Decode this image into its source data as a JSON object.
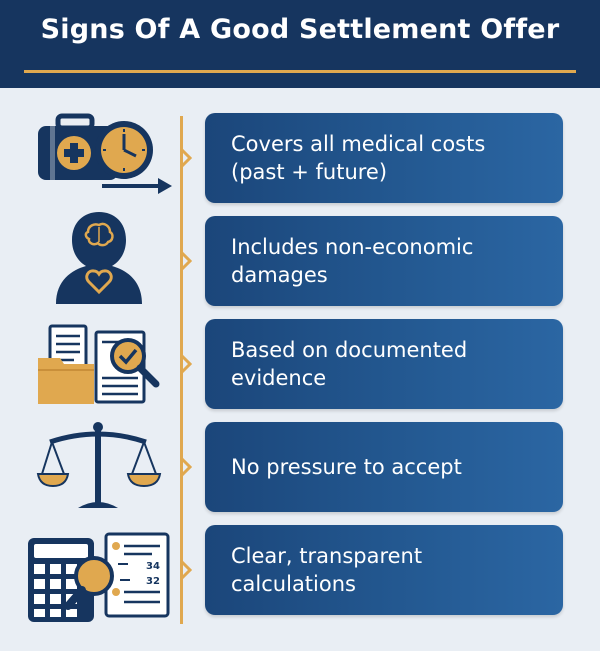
{
  "title": "Signs Of A Good Settlement Offer",
  "colors": {
    "navy": "#16355f",
    "card": "#245a93",
    "accent": "#e0a84f",
    "background": "#e9eef4"
  },
  "items": [
    {
      "text_line1": "Covers all medical costs",
      "text_line2": "(past + future)",
      "icon": "medical-kit-clock-icon"
    },
    {
      "text_line1": "Includes non-economic",
      "text_line2": "damages",
      "icon": "person-brain-heart-icon"
    },
    {
      "text_line1": "Based on documented",
      "text_line2": "evidence",
      "icon": "documents-magnifier-icon"
    },
    {
      "text_line1": "No pressure to accept",
      "text_line2": "",
      "icon": "scales-of-justice-icon"
    },
    {
      "text_line1": "Clear, transparent",
      "text_line2": "calculations",
      "icon": "calculator-checklist-icon"
    }
  ],
  "calc_numbers": [
    "34",
    "32"
  ]
}
